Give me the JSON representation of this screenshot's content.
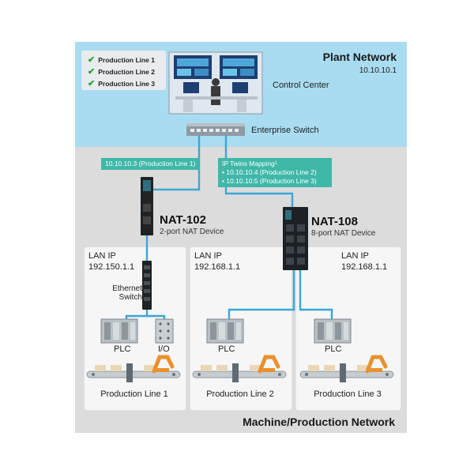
{
  "plant": {
    "title": "Plant Network",
    "ip": "10.10.10.1",
    "control_center": "Control Center",
    "enterprise_switch": "Enterprise Switch",
    "checklist": [
      "Production Line 1",
      "Production Line 2",
      "Production Line 3"
    ]
  },
  "tags": {
    "nat102_ip": "10.10.10.3 (Production Line 1)",
    "twins_title": "IP Twins Mapping¹",
    "twins_items": [
      "• 10.10.10.4 (Production Line 2)",
      "• 10.10.10.5 (Production Line 3)"
    ]
  },
  "devices": {
    "nat102_name": "NAT-102",
    "nat102_sub": "2-port NAT Device",
    "nat108_name": "NAT-108",
    "nat108_sub": "8-port NAT Device",
    "eth_switch": "Ethernet\nSwitch"
  },
  "zones": [
    {
      "lan_label": "LAN IP",
      "lan_ip": "192.150.1.1",
      "plc": "PLC",
      "io": "I/O",
      "line": "Production Line 1"
    },
    {
      "lan_label": "LAN IP",
      "lan_ip": "192.168.1.1",
      "plc": "PLC",
      "line": "Production Line 2"
    },
    {
      "lan_label": "LAN IP",
      "lan_ip": "192.168.1.1",
      "plc": "PLC",
      "line": "Production Line 3"
    }
  ],
  "machine": {
    "title": "Machine/Production Network"
  },
  "colors": {
    "cable": "#3aa7d6",
    "tag": "#3fb8a8",
    "plant_bg": "#a9dcf1",
    "machine_bg": "#dcdcdc",
    "robot": "#e8912e"
  }
}
